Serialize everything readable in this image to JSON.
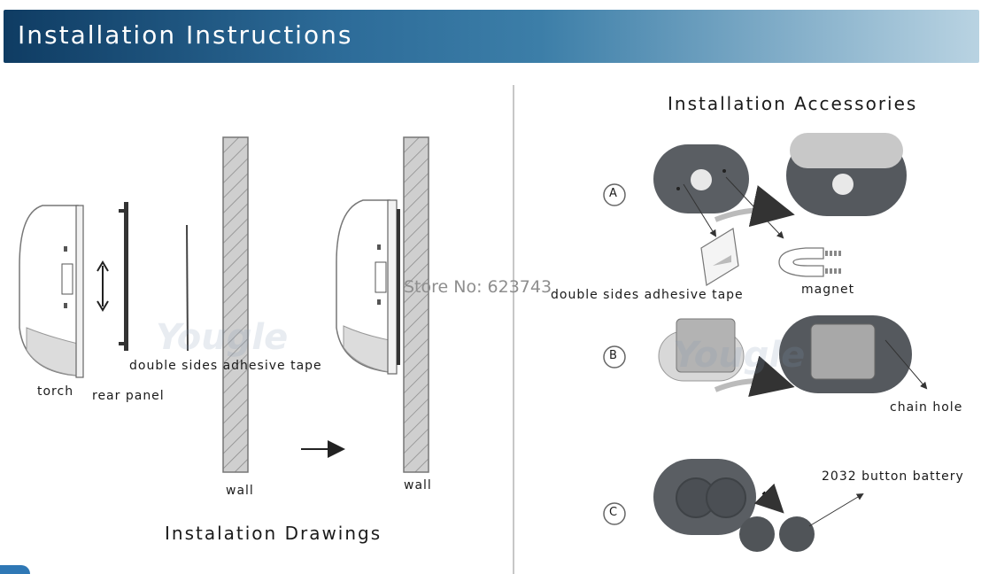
{
  "header": {
    "title": "Installation Instructions"
  },
  "left": {
    "caption": "Instalation Drawings",
    "labels": {
      "torch": "torch",
      "rear_panel": "rear panel",
      "tape": "double sides adhesive tape",
      "wall_1": "wall",
      "wall_2": "wall"
    }
  },
  "right": {
    "title": "Installation  Accessories",
    "steps": [
      "A",
      "B",
      "C"
    ],
    "labels": {
      "tape": "double sides adhesive tape",
      "magnet": "magnet",
      "chain_hole": "chain hole",
      "battery": "2032 button battery"
    }
  },
  "watermark": {
    "store": "Store No: 623743",
    "brand": "Yougle"
  },
  "colors": {
    "header_dark": "#0f3c63",
    "header_light": "#b9d3e2",
    "device_gray": "#5a5e63"
  }
}
